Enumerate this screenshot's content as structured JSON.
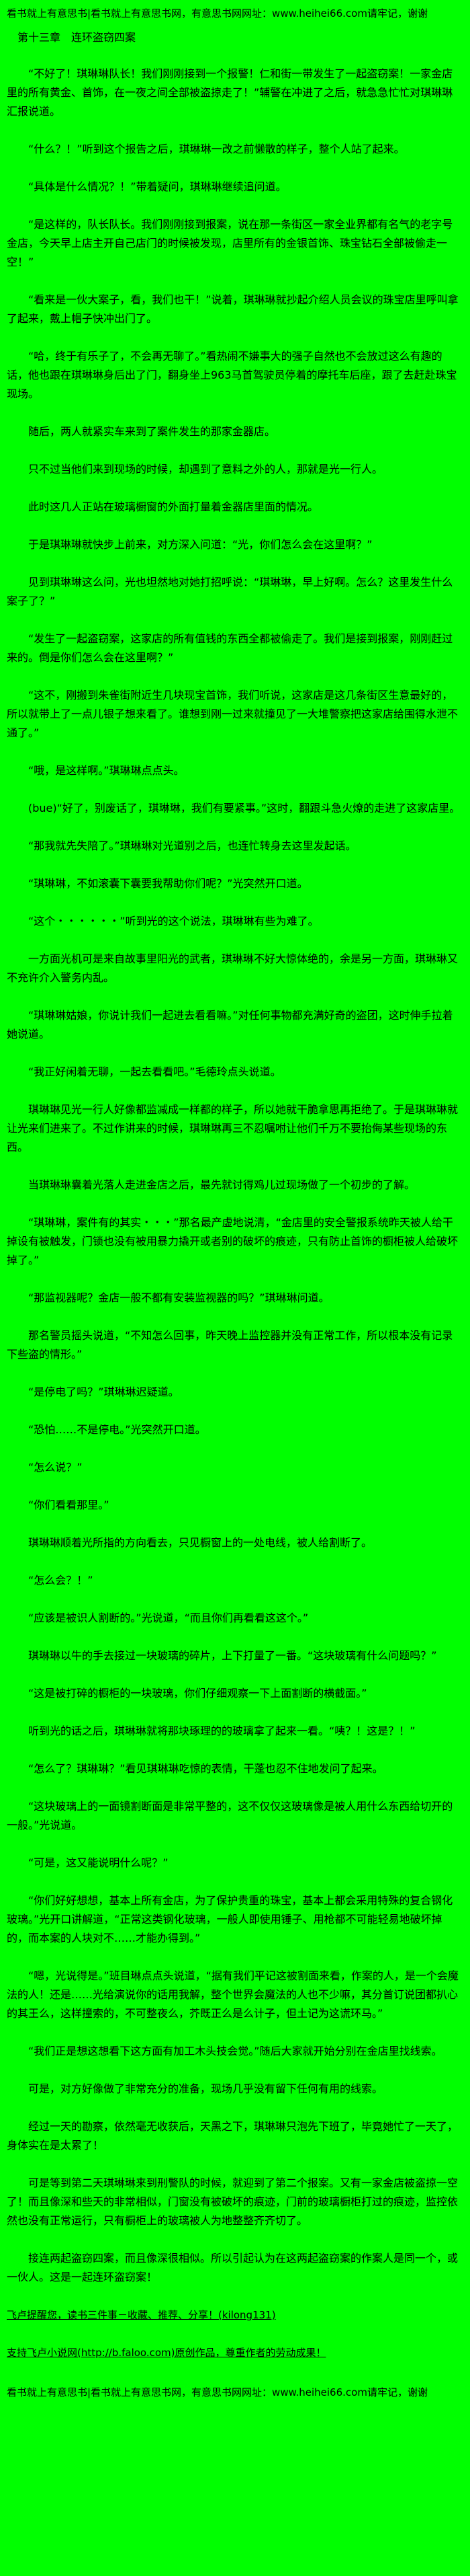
{
  "page": {
    "background_color": "#00ff00",
    "text_color": "#000000"
  },
  "header": {
    "site_notice": "看书就上有意思书|看书就上有意思书网，有意思书网网址：www.heihei66.com请牢记，谢谢"
  },
  "chapter": {
    "title": "第十三章　连环盗窃四案"
  },
  "paragraphs": [
    "“不好了！琪琳琳队长！我们刚刚接到一个报警！仁和街一带发生了一起盗窃案！一家金店里的所有黄金、首饰，在一夜之间全部被盗掠走了！”辅警在冲进了之后，就急急忙忙对琪琳琳汇报说道。",
    "“什么？！”听到这个报告之后，琪琳琳一改之前懒散的样子，整个人站了起来。",
    "“具体是什么情况？！”带着疑问，琪琳琳继续追问道。",
    "“是这样的，队长队长。我们刚刚接到报案，说在那一条街区一家全业界都有名气的老字号金店，今天早上店主开自己店门的时候被发现，店里所有的金银首饰、珠宝钻石全部被偷走一空！”",
    "“看来是一伙大案子，看，我们也干！”说着，琪琳琳就抄起介绍人员会议的珠宝店里呼叫拿了起来，戴上帽子快冲出门了。",
    "“哈，终于有乐子了，不会再无聊了。”看热闹不嫌事大的强子自然也不会放过这么有趣的话，他也跟在琪琳琳身后出了门，翻身坐上963马首驾驶员停着的摩托车后座，跟了去赶赴珠宝现场。",
    "随后，两人就紧实车来到了案件发生的那家金器店。",
    "只不过当他们来到现场的时候，却遇到了意料之外的人，那就是光一行人。",
    "此时这几人正站在玻璃橱窗的外面打量着金器店里面的情况。",
    "于是琪琳琳就快步上前来，对方深入问道：“光，你们怎么会在这里啊？”",
    "见到琪琳琳这么问，光也坦然地对她打招呼说：“琪琳琳，早上好啊。怎么？这里发生什么案子了？”",
    "“发生了一起盗窃案，这家店的所有值钱的东西全都被偷走了。我们是接到报案，刚刚赶过来的。倒是你们怎么会在这里啊？”",
    "“这不，刚搬到朱雀街附近生几块现宝首饰，我们听说，这家店是这几条街区生意最好的，所以就带上了一点儿银子想来看了。谁想到刚一过来就撞见了一大堆警察把这家店给围得水泄不通了。”",
    "“哦，是这样啊。”琪琳琳点点头。",
    "(bue)“好了，别废话了，琪琳琳，我们有要紧事。”这时，翻跟斗急火燎的走进了这家店里。",
    "“那我就先失陪了。”琪琳琳对光道别之后，也连忙转身去这里发起话。",
    "“琪琳琳，不如滚囊下囊要我帮助你们呢？”光突然开口道。",
    "“这个・・・・・・”听到光的这个说法，琪琳琳有些为难了。",
    "一方面光机可是来自故事里阳光的武者，琪琳琳不好大惊体绝的，余是另一方面，琪琳琳又不充许介入警务内乱。",
    "“琪琳琳姑娘，你说计我们一起进去看看嘛。”对任何事物都充满好奇的盗团，这时伸手拉着她说道。",
    "“我正好闲着无聊，一起去看看吧。”毛德玲点头说道。",
    "琪琳琳见光一行人好像都监减成一样都的样子，所以她就干脆拿思再拒绝了。于是琪琳琳就让光来们进来了。不过作讲来的时候，琪琳琳再三不忍嘱咐让他们千万不要抬侮某些现场的东西。",
    "当琪琳琳囊着光落人走进金店之后，最先就讨得鸡儿过现场做了一个初步的了解。",
    "“琪琳琳，案件有的其实・・・”那名最产虚地说清，“金店里的安全警报系统昨天被人给干掉设有被触发，门锁也没有被用暴力撬开或者别的破坏的痕迹，只有防止首饰的橱柜被人给破坏掉了。”",
    "“那监视器呢？金店一般不都有安装监视器的吗？”琪琳琳问道。",
    "那名警员摇头说道，“不知怎么回事，昨天晚上监控器并没有正常工作，所以根本没有记录下些盗的情形。”",
    "“是停电了吗？”琪琳琳迟疑道。",
    "“恐怕……不是停电。”光突然开口道。",
    "“怎么说？”",
    "“你们看看那里。”",
    "琪琳琳顺着光所指的方向看去，只见橱窗上的一处电线，被人给割断了。",
    "“怎么会？！”",
    "“应该是被识人割断的。”光说道，“而且你们再看看这这个。”",
    "琪琳琳以牛的手去接过一块玻璃的碎片，上下打量了一番。“这块玻璃有什么问题吗？”",
    "“这是被打碎的橱柜的一块玻璃，你们仔细观察一下上面割断的横截面。”",
    "听到光的话之后，琪琳琳就将那块琢理的的玻璃拿了起来一看。“咦？！这是？！”",
    "“怎么了？琪琳琳？”看见琪琳琳吃惊的表情，干蓬也忍不住地发问了起来。",
    "“这块玻璃上的一面镜割断面是非常平整的，这不仅仅这玻璃像是被人用什么东西给切开的一般。”光说道。",
    "“可是，这又能说明什么呢？”",
    "“你们好好想想，基本上所有金店，为了保护贵重的珠宝，基本上都会采用特殊的复合钢化玻璃。”光开口讲解道，“正常这类钢化玻璃，一般人即使用锤子、用枪都不可能轻易地破坏掉的，而本案的人块对不……才能办得到。”",
    "“嗯，光说得是。”班目琳点点头说道，“据有我们平记这被割面来看，作案的人，是一个会魔法的人！还是……光给演说你的话用我解，整个世界会魔法的人也不少嘛，其分首订说团都扒心的其王么，这样撞索的，不可整夜么，芥既正么是么计子，但土记为这谎环马。”",
    "“我们正是想这想看下这方面有加工木头技会觉。”随后大家就开始分别在金店里找线索。",
    "可是，对方好像做了非常充分的准备，现场几乎没有留下任何有用的线索。",
    "经过一天的勘察，依然毫无收获后，天黑之下，琪琳琳只泡先下班了，毕竟她忙了一天了，身体实在是太累了！",
    "可是等到第二天琪琳琳来到刑警队的时候，就迎到了第二个报案。又有一家金店被盗掠一空了！而且像深和些天的非常相似，门窗没有被破坏的痕迹，门前的玻璃橱柜打过的痕迹，监控依然也没有正常运行，只有橱柜上的玻璃被人为地整整齐齐切了。",
    "接连两起盗窃四案，而且像深很相似。所以引起认为在这两起盗窃案的作案人是同一个，或一伙人。这是一起连环盗窃案！"
  ],
  "footer": {
    "reminder": "飞卢提醒您，读书三件事－收藏、推荐、分享！(kilong131)",
    "support": "支持飞卢小说网(http://b.faloo.com)原创作品，尊重作者的劳动成果！",
    "site_notice": "看书就上有意思书|看书就上有意思书网，有意思书网网址：www.heihei66.com请牢记，谢谢"
  }
}
